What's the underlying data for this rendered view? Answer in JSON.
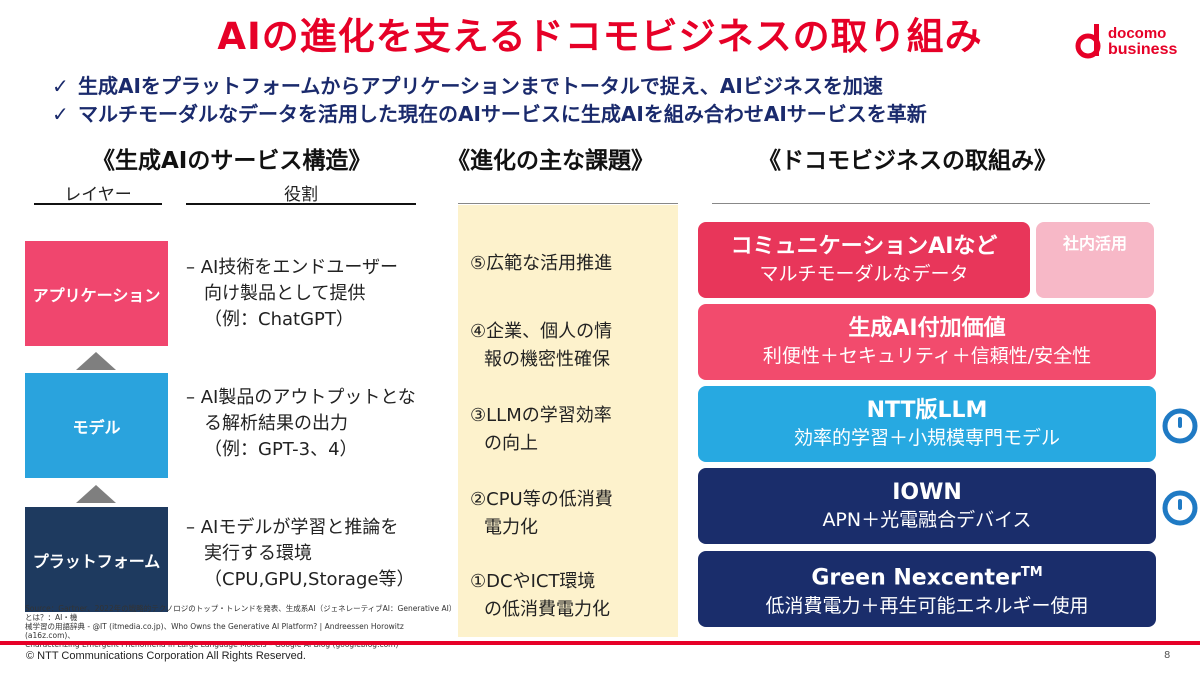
{
  "title": "AIの進化を支えるドコモビジネスの取り組み",
  "logo": {
    "line1": "docomo",
    "line2": "business"
  },
  "checks": [
    "生成AIをプラットフォームからアプリケーションまでトータルで捉え、AIビジネスを加速",
    "マルチモーダルなデータを活用した現在のAIサービスに生成AIを組み合わせAIサービスを革新"
  ],
  "check_mark": "✓",
  "sections": {
    "structure": "《生成AIのサービス構造》",
    "issues": "《進化の主な課題》",
    "docomo": "《ドコモビジネスの取組み》"
  },
  "columns": {
    "layer": "レイヤー",
    "role": "役割"
  },
  "layers": [
    {
      "name": "アプリケーション",
      "role_line1": "– AI技術をエンドユーザー",
      "role_line2": "向け製品として提供",
      "role_line3": "（例：ChatGPT）"
    },
    {
      "name": "モデル",
      "role_line1": "– AI製品のアウトプットとな",
      "role_line2": "る解析結果の出力",
      "role_line3": "（例：GPT-3、4）"
    },
    {
      "name": "プラットフォーム",
      "role_line1": "– AIモデルが学習と推論を",
      "role_line2": "実行する環境",
      "role_line3": "（CPU,GPU,Storage等）"
    }
  ],
  "source": {
    "line1": "Source：Gartner、2022年の戦略的テクノロジのトップ・トレンドを発表、生成系AI（ジェネレーティブAI：Generative AI）とは？：AI・機",
    "line2": "械学習の用語辞典 - @IT (itmedia.co.jp)、Who Owns the Generative AI Platform? | Andreessen Horowitz (a16z.com)、",
    "line3": "Characterizing Emergent Phenomena in Large Language Models – Google AI Blog (googleblog.com)"
  },
  "issues": [
    {
      "line1": "⑤広範な活用推進",
      "line2": ""
    },
    {
      "line1": "④企業、個人の情",
      "line2": "報の機密性確保"
    },
    {
      "line1": "③LLMの学習効率",
      "line2": "の向上"
    },
    {
      "line1": "②CPU等の低消費",
      "line2": "電力化"
    },
    {
      "line1": "①DCやICT環境",
      "line2": "の低消費電力化"
    }
  ],
  "docomo": {
    "comm": {
      "main": "コミュニケーションAIなど",
      "sub": "マルチモーダルなデータ"
    },
    "inhouse": {
      "main": "社内活用"
    },
    "genai": {
      "main": "生成AI付加価値",
      "sub": "利便性＋セキュリティ＋信頼性/安全性"
    },
    "llm": {
      "main": "NTT版LLM",
      "sub": "効率的学習＋小規模専門モデル"
    },
    "iown": {
      "main": "IOWN",
      "sub": "APN＋光電融合デバイス"
    },
    "green": {
      "main": "Green Nexcenter",
      "tm": "TM",
      "sub": "低消費電力＋再生可能エネルギー使用"
    }
  },
  "colors": {
    "accent": "#e60027",
    "navy": "#1a2d6b",
    "pink": "#f24b6d",
    "sky": "#27a9e1"
  },
  "footer": {
    "copyright": "© NTT Communications Corporation All Rights Reserved.",
    "page": "8"
  }
}
